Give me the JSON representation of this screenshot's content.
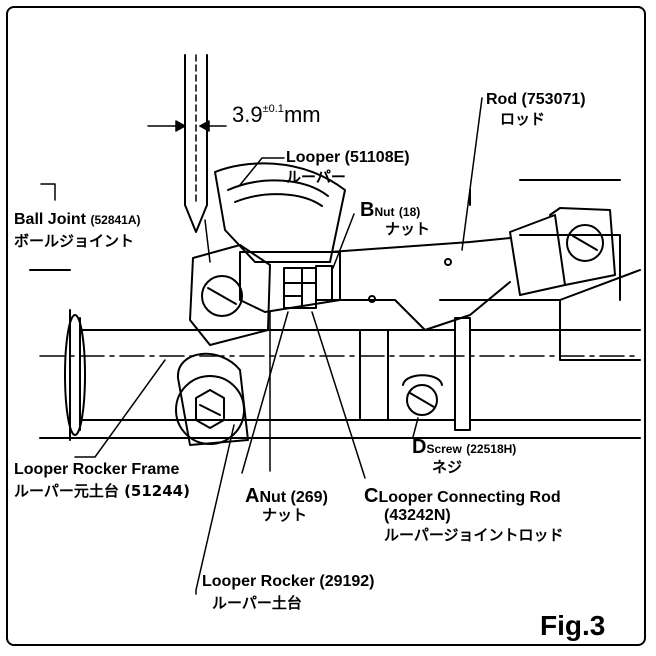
{
  "figure_label": "Fig.3",
  "dimension": {
    "value": "3.9",
    "tolerance": "±0.1",
    "unit": "mm"
  },
  "labels": {
    "rod": {
      "en": "Rod (753071)",
      "jp": "ロッド"
    },
    "looper": {
      "en": "Looper (51108E)",
      "jp": "ルーパー"
    },
    "ball_joint": {
      "en_name": "Ball Joint",
      "en_part": "(52841A)",
      "jp": "ボールジョイント"
    },
    "nut_b": {
      "letter": "B",
      "en_name": "Nut",
      "en_part": "(18)",
      "jp": "ナット"
    },
    "looper_rocker_frame": {
      "en": "Looper Rocker Frame",
      "jp": "ルーパー元土台 (51244)"
    },
    "screw_d": {
      "letter": "D",
      "en_name": "Screw",
      "en_part": "(22518H)",
      "jp": "ネジ"
    },
    "nut_a": {
      "letter": "A",
      "en": "Nut (269)",
      "jp": "ナット"
    },
    "looper_connecting_rod": {
      "letter": "C",
      "en": "Looper Connecting Rod",
      "part": "(43242N)",
      "jp": "ルーパージョイントロッド"
    },
    "looper_rocker": {
      "en": "Looper Rocker (29192)",
      "jp": "ルーパー土台"
    }
  }
}
